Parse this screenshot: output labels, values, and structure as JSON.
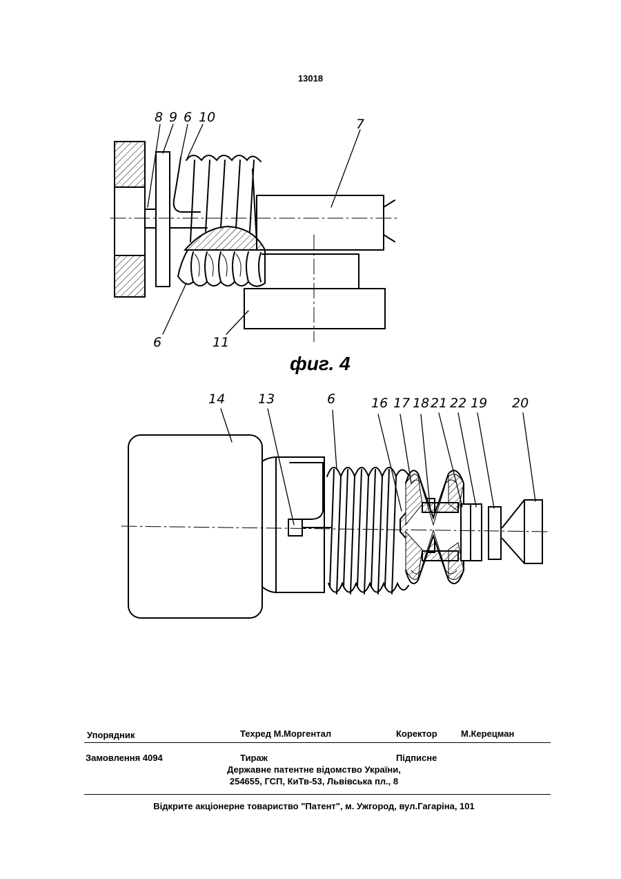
{
  "page_number": "13018",
  "figure_caption": "фиг. 4",
  "figure4_labels": [
    "8",
    "9",
    "6",
    "10",
    "7",
    "6",
    "11"
  ],
  "figure5_labels": [
    "14",
    "13",
    "6",
    "16",
    "17",
    "18",
    "21",
    "22",
    "19",
    "20"
  ],
  "footer": {
    "compiler": "Упорядник",
    "techred": "Техред М.Моргентал",
    "corrector_label": "Коректор",
    "corrector_name": "М.Керецман",
    "order": "Замовлення 4094",
    "circulation": "Тираж",
    "subscription": "Підписне",
    "office_line1": "Державне патентне відомство України,",
    "office_line2": "254655, ГСП, КиТв-53, Львівська пл., 8",
    "printer": "Відкрите акціонерне товариство  \"Патент\", м. Ужгород, вул.Гагаріна, 101"
  }
}
